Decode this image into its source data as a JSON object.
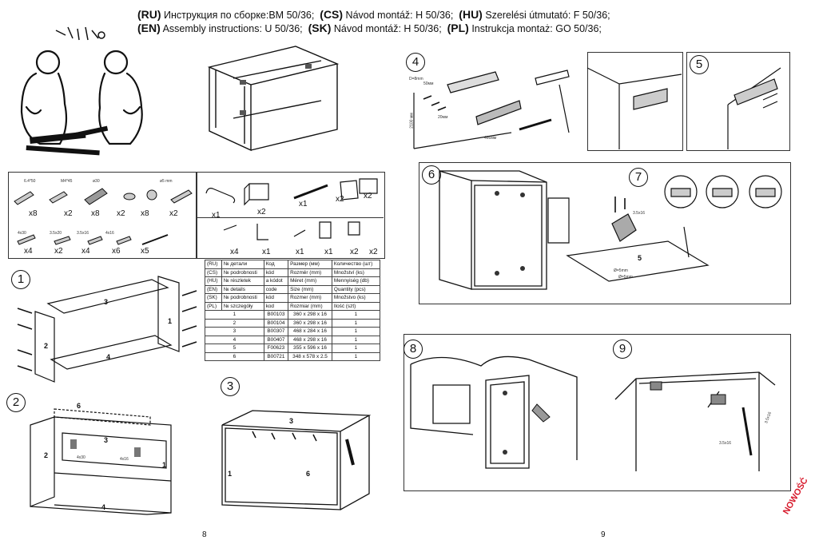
{
  "header": {
    "line1": [
      {
        "lang": "(RU)",
        "text": "Инструкция по сборке:BM 50/36;"
      },
      {
        "lang": "(CS)",
        "text": "Návod montáž: H 50/36;"
      },
      {
        "lang": "(HU)",
        "text": "Szerelési útmutató: F 50/36;"
      }
    ],
    "line2": [
      {
        "lang": "(EN)",
        "text": "Assembly instructions: U 50/36;"
      },
      {
        "lang": "(SK)",
        "text": "Návod montáž: H 50/36;"
      },
      {
        "lang": "(PL)",
        "text": "Instrukcja montaż: GO 50/36;"
      }
    ]
  },
  "hardware": {
    "row1": [
      {
        "size": "6.4*50",
        "qty": "x8"
      },
      {
        "size": "M4*45",
        "qty": "x2"
      },
      {
        "size": "ø30",
        "qty": "x8"
      },
      {
        "size": "",
        "qty": "x2"
      },
      {
        "size": "",
        "qty": "x8"
      },
      {
        "size": "ø5 mm",
        "qty": "x2"
      }
    ],
    "row2": [
      {
        "size": "4x30",
        "qty": "x4"
      },
      {
        "size": "3.5x20",
        "qty": "x2"
      },
      {
        "size": "3.5x16",
        "qty": "x4"
      },
      {
        "size": "4x16",
        "qty": "x6"
      },
      {
        "size": "",
        "qty": "x5"
      }
    ],
    "right_row1": [
      "x1",
      "x2",
      "x1",
      "x2",
      "x2"
    ],
    "right_row2": [
      "x4",
      "x1",
      "x1",
      "x1",
      "x2",
      "x2"
    ]
  },
  "parts_table": {
    "header_rows": [
      {
        "lang": "(RU)",
        "a": "№ детали",
        "b": "Код",
        "c": "Размер (мм)",
        "d": "Количество (шт)"
      },
      {
        "lang": "(CS)",
        "a": "№ podrobnosti",
        "b": "kód",
        "c": "Rozměr (mm)",
        "d": "Množství (ks)"
      },
      {
        "lang": "(HU)",
        "a": "№ részletek",
        "b": "a kódot",
        "c": "Méret (mm)",
        "d": "Mennyiség (db)"
      },
      {
        "lang": "(EN)",
        "a": "№ details",
        "b": "code",
        "c": "Size (mm)",
        "d": "Quantity (pcs)"
      },
      {
        "lang": "(SK)",
        "a": "№ podrobnosti",
        "b": "kód",
        "c": "Rozmer (mm)",
        "d": "Množstvo (ks)"
      },
      {
        "lang": "(PL)",
        "a": "№ szczegóły",
        "b": "kod",
        "c": "Rozmiar (mm)",
        "d": "Ilość (szt)"
      }
    ],
    "rows": [
      {
        "no": "1",
        "code": "B00103",
        "size": "360 x 298 x 16",
        "qty": "1"
      },
      {
        "no": "2",
        "code": "B00104",
        "size": "360 x 298 x 16",
        "qty": "1"
      },
      {
        "no": "3",
        "code": "B00307",
        "size": "468 x 284 x 16",
        "qty": "1"
      },
      {
        "no": "4",
        "code": "B00407",
        "size": "468 x 298 x 16",
        "qty": "1"
      },
      {
        "no": "5",
        "code": "F00623",
        "size": "355 x 596 x 16",
        "qty": "1"
      },
      {
        "no": "6",
        "code": "B00721",
        "size": "348 x 578 x 2.5",
        "qty": "1"
      }
    ]
  },
  "steps": {
    "s1": "1",
    "s2": "2",
    "s3": "3",
    "s4": "4",
    "s5": "5",
    "s6": "6",
    "s7": "7",
    "s8": "8",
    "s9": "9"
  },
  "part_numbers": {
    "p1": "1",
    "p2": "2",
    "p3": "3",
    "p4": "4",
    "p5": "5",
    "p6": "6"
  },
  "annotations": {
    "d8": "D=8mm",
    "h2100": "2100 мм",
    "w466": "466мм",
    "screw35x16": "3.5x16",
    "drill5": "Ø=5mm",
    "drill5b": "Ø=5mm",
    "mm50": "50мм",
    "mm20": "20мм",
    "h4x16": "4x16",
    "h4x30": "4x30"
  },
  "pages": {
    "left": "8",
    "right": "9"
  },
  "stamp": "NOWOŚĆ"
}
